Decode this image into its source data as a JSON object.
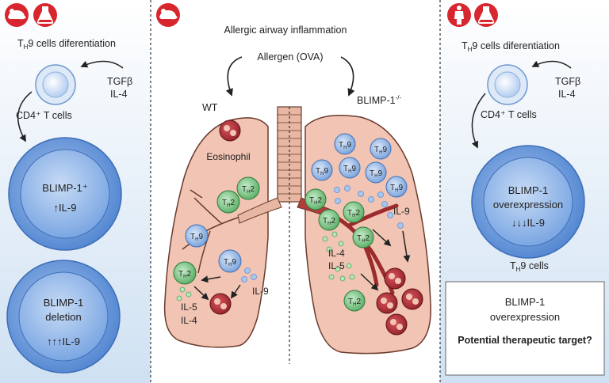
{
  "left_panel": {
    "title_main": "T",
    "title_sub": "H",
    "title_rest": "9 cells diferentiation",
    "signal_line1": "TGFβ",
    "signal_line2": "IL-4",
    "cd4_label": "CD4⁺ T cells",
    "cell_top_line1": "BLIMP-1⁺",
    "cell_top_arrows": "↑",
    "cell_top_line2": "IL-9",
    "cell_bottom_line1": "BLIMP-1",
    "cell_bottom_line2": "deletion",
    "cell_bottom_arrows": "↑↑↑",
    "cell_bottom_line3": "IL-9"
  },
  "middle_panel": {
    "title": "Allergic airway inflammation",
    "allergen": "Allergen (OVA)",
    "wt_label": "WT",
    "ko_label_main": "BLIMP-1",
    "ko_label_sup": "-/-",
    "eosinophil_label": "Eosinophil",
    "cell_th2_main": "T",
    "cell_th2_sub": "H",
    "cell_th2_rest": "2",
    "cell_th9_rest": "9",
    "wt_il9": "IL-9",
    "wt_il5": "IL-5",
    "wt_il4": "IL-4",
    "ko_il9": "IL-9",
    "ko_il4": "IL-4",
    "ko_il5": "IL-5"
  },
  "right_panel": {
    "title_main": "T",
    "title_sub": "H",
    "title_rest": "9 cells diferentiation",
    "signal_line1": "TGFβ",
    "signal_line2": "IL-4",
    "cd4_label": "CD4⁺ T cells",
    "cell_line1": "BLIMP-1",
    "cell_line2": "overexpression",
    "cell_arrows": "↓↓↓",
    "cell_line3": "IL-9",
    "th9_caption_main": "T",
    "th9_caption_sub": "H",
    "th9_caption_rest": "9 cells",
    "box_line1": "BLIMP-1",
    "box_line2": "overexpression",
    "box_question": "Potential therapeutic target?"
  },
  "colors": {
    "panel_gradient_top": "#ffffff",
    "panel_gradient_bottom": "#cfe1f2",
    "cell_blue": "#5b8fd8",
    "cell_blue_light": "#a9c6ee",
    "lung_fill": "#f1c4b3",
    "lung_stroke": "#6a3b2e",
    "trachea": "#e8b7a3",
    "th2_green": "#6fc17a",
    "th9_blue": "#8fb5e6",
    "eosinophil": "#b8333c",
    "icon_red": "#d7262d"
  },
  "icons": [
    "mouse-icon",
    "flask-icon",
    "human-icon"
  ]
}
